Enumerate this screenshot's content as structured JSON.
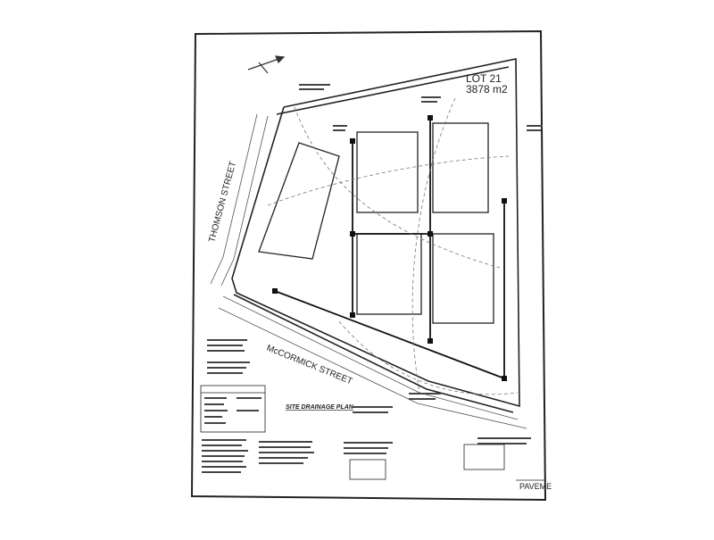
{
  "lot": {
    "number": "LOT 21",
    "area": "3878 m2"
  },
  "streets": {
    "thomson": "THOMSON STREET",
    "mccormick": "McCORMICK STREET"
  },
  "plan_title": "SITE DRAINAGE PLAN",
  "corner_label": "PAVEME",
  "colors": {
    "ink": "#222222",
    "paper": "#ffffff"
  }
}
